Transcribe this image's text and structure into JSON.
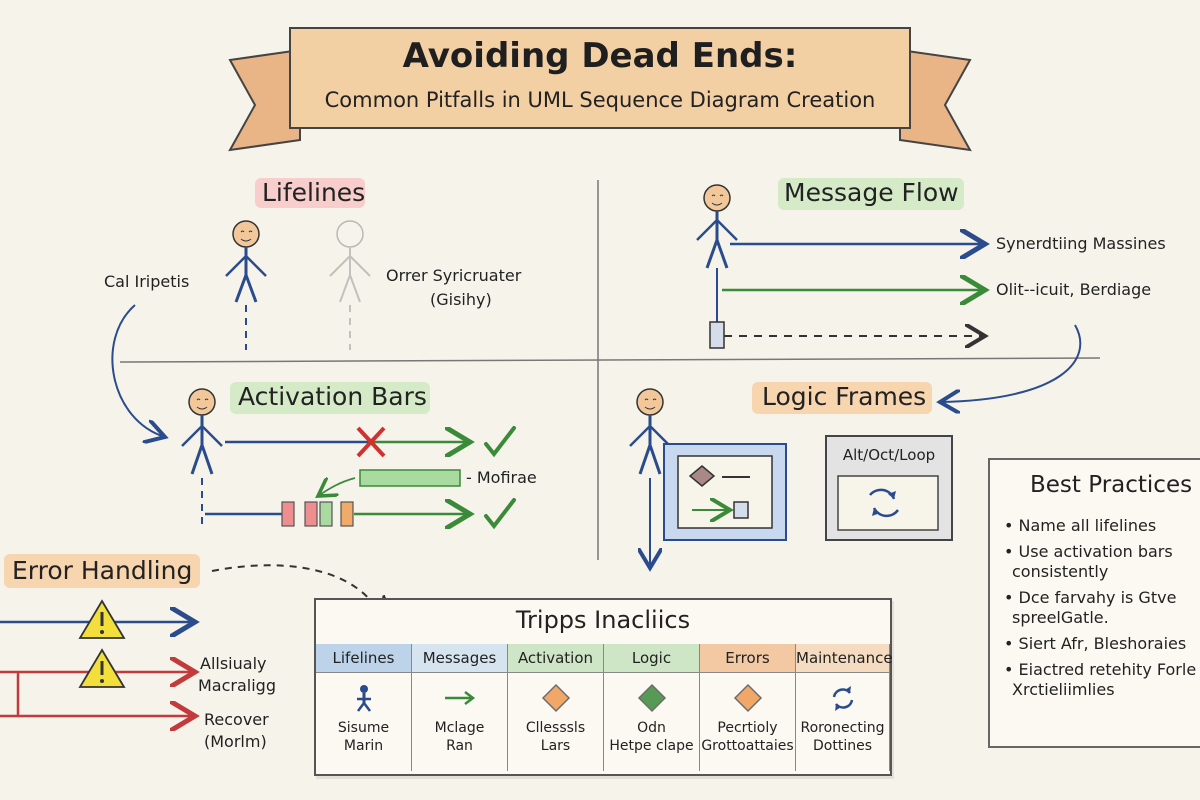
{
  "banner": {
    "title": "Avoiding Dead Ends:",
    "subtitle": "Common Pitfalls in UML Sequence Diagram Creation"
  },
  "sections": {
    "lifelines": {
      "title": "Lifelines",
      "label_left": "Cal Iripetis",
      "label_right_1": "Orrer Syricruater",
      "label_right_2": "(Gisihy)"
    },
    "message_flow": {
      "title": "Message Flow",
      "msg_1": "Synerdtiing Massines",
      "msg_2": "Olit--icuit, Berdiage"
    },
    "activation_bars": {
      "title": "Activation Bars",
      "label": "- Mofirae"
    },
    "logic_frames": {
      "title": "Logic Frames",
      "frame_label": "Alt/Oct/Loop"
    },
    "error_handling": {
      "title": "Error Handling",
      "label_1_a": "Allsiualy",
      "label_1_b": "Macraligg",
      "label_2_a": "Recover",
      "label_2_b": "(Morlm)"
    }
  },
  "table": {
    "title": "Tripps Inacliics",
    "columns": [
      {
        "header": "Lifelines",
        "line1": "Sisume",
        "line2": "Marin",
        "color": "#bcd3ea",
        "icon": "stick-figure-icon"
      },
      {
        "header": "Messages",
        "line1": "Mclage",
        "line2": "Ran",
        "color": "#d6e4f0",
        "icon": "arrow-right-icon"
      },
      {
        "header": "Activation",
        "line1": "Cllesssls",
        "line2": "Lars",
        "color": "#cfe6c6",
        "icon": "diamond-icon"
      },
      {
        "header": "Logic",
        "line1": "Odn",
        "line2": "Hetpe clape",
        "color": "#cfe6c6",
        "icon": "diamond-icon"
      },
      {
        "header": "Errors",
        "line1": "Pecrtioly",
        "line2": "Grottoattaies",
        "color": "#f2c9a2",
        "icon": "diamond-icon"
      },
      {
        "header": "Maintenance",
        "line1": "Roronecting",
        "line2": "Dottines",
        "color": "#f5dcc0",
        "icon": "refresh-icon"
      }
    ]
  },
  "best_practices": {
    "title": "Best Practices",
    "items": [
      {
        "line1": "Name all lifelines"
      },
      {
        "line1": "Use activation bars",
        "line2": "consistently"
      },
      {
        "line1": "Dce farvahy is Gtve",
        "line2": "spreelGatle."
      },
      {
        "line1": "Siert Afr, Bleshoraies"
      },
      {
        "line1": "Eiactred retehity Forle",
        "line2": "Xrctieliimlies"
      }
    ]
  },
  "colors": {
    "blue": "#2b4c8c",
    "green": "#3a8a3a",
    "red": "#c23a3a",
    "orange": "#e0893b",
    "banner": "#f0c89a",
    "highlight_red": "#f4b3b3",
    "highlight_green": "#c8e8b8",
    "highlight_orange": "#f6c590"
  }
}
